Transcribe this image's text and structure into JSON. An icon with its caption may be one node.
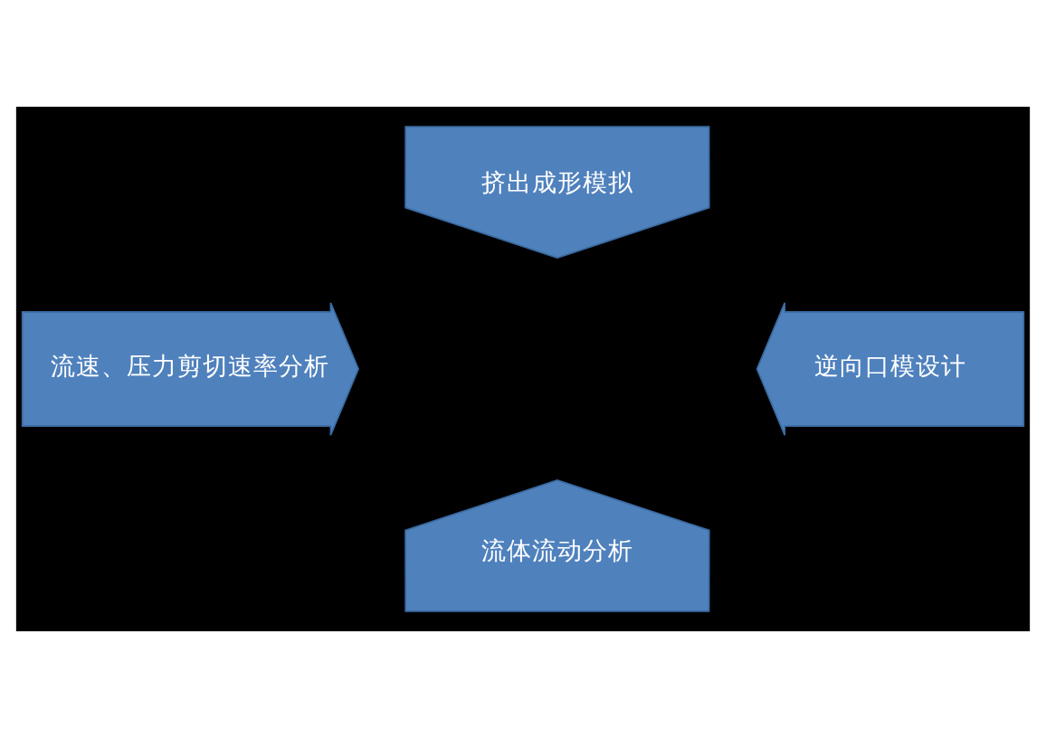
{
  "diagram": {
    "nodes": [
      {
        "text": [
          "挤出成形模拟"
        ]
      },
      {
        "text": [
          "流速、压力剪切速率分析"
        ]
      },
      {
        "text": [
          "逆向口模设计"
        ]
      },
      {
        "text": [
          "流体流动分析"
        ]
      }
    ]
  }
}
